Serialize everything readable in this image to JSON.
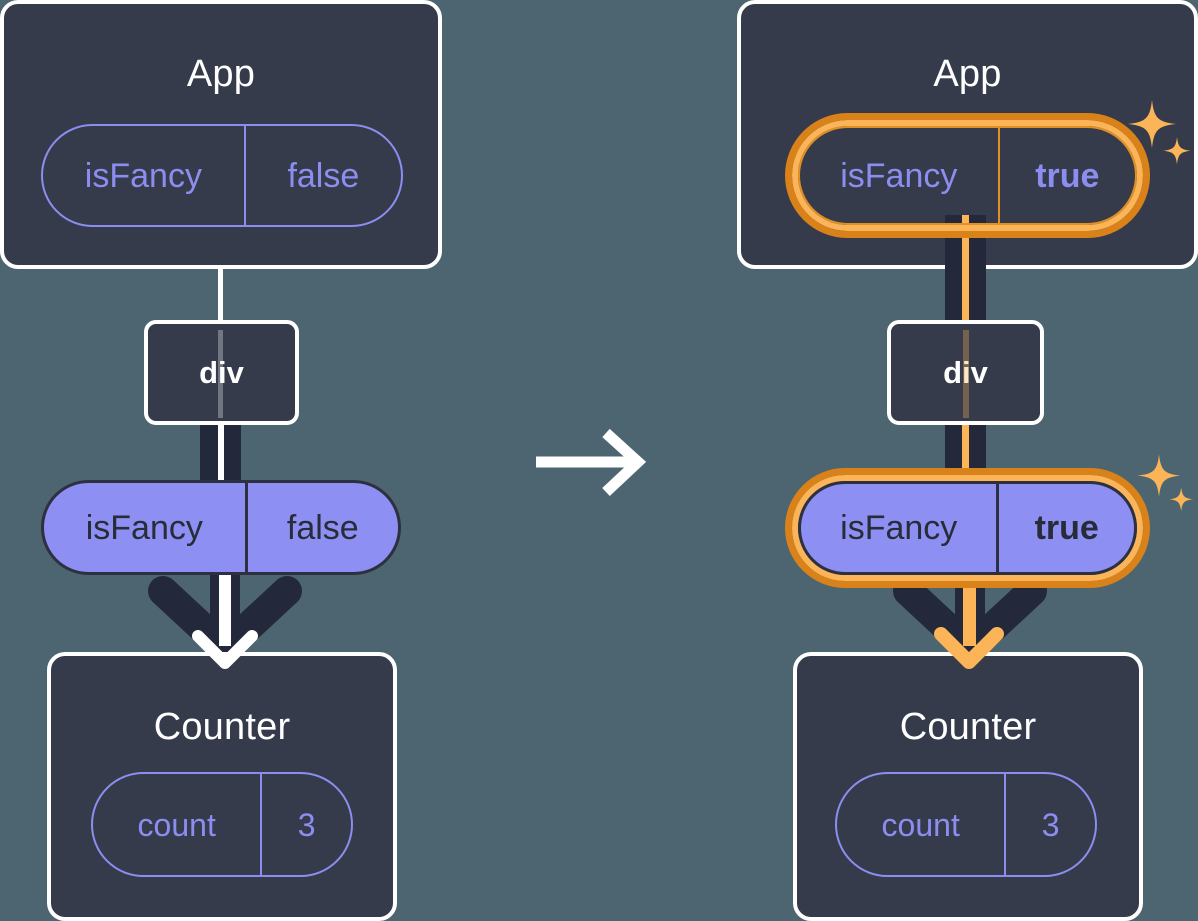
{
  "diagram": {
    "title": "React component tree state propagation: isFancy false to true",
    "transition_icon": "right-arrow-icon",
    "colors": {
      "background": "#4c6570",
      "box_fill": "#353b4a",
      "box_border": "#ffffff",
      "pill_purple": "#8b8ef0",
      "pill_filled": "#8d90f2",
      "highlight_orange": "#d9821a",
      "highlight_orange_light": "#fbb457",
      "edge_dark": "#23283a",
      "text_dark": "#282c38"
    }
  },
  "panels": [
    {
      "id": "before",
      "app": {
        "title": "App",
        "state": {
          "name": "isFancy",
          "value": "false",
          "highlighted": false,
          "bold_value": false
        }
      },
      "div": {
        "label": "div"
      },
      "prop": {
        "name": "isFancy",
        "value": "false",
        "highlighted": false,
        "bold_value": false
      },
      "counter": {
        "title": "Counter",
        "state": {
          "name": "count",
          "value": "3"
        }
      },
      "sparkles": false,
      "edge_accent": "white"
    },
    {
      "id": "after",
      "app": {
        "title": "App",
        "state": {
          "name": "isFancy",
          "value": "true",
          "highlighted": true,
          "bold_value": true
        }
      },
      "div": {
        "label": "div"
      },
      "prop": {
        "name": "isFancy",
        "value": "true",
        "highlighted": true,
        "bold_value": true
      },
      "counter": {
        "title": "Counter",
        "state": {
          "name": "count",
          "value": "3"
        }
      },
      "sparkles": true,
      "edge_accent": "orange"
    }
  ]
}
